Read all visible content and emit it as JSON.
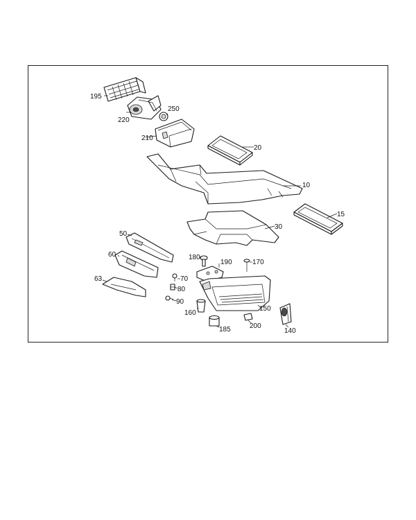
{
  "callouts": [
    {
      "id": "195",
      "text": "195"
    },
    {
      "id": "220",
      "text": "220"
    },
    {
      "id": "250",
      "text": "250"
    },
    {
      "id": "210",
      "text": "210"
    },
    {
      "id": "20",
      "text": "20"
    },
    {
      "id": "10",
      "text": "10"
    },
    {
      "id": "15",
      "text": "15"
    },
    {
      "id": "30",
      "text": "30"
    },
    {
      "id": "50",
      "text": "50"
    },
    {
      "id": "60",
      "text": "60"
    },
    {
      "id": "63",
      "text": "63"
    },
    {
      "id": "70",
      "text": "70"
    },
    {
      "id": "80",
      "text": "80"
    },
    {
      "id": "90",
      "text": "90"
    },
    {
      "id": "180",
      "text": "180"
    },
    {
      "id": "190",
      "text": "190"
    },
    {
      "id": "170",
      "text": "170"
    },
    {
      "id": "160",
      "text": "160"
    },
    {
      "id": "150",
      "text": "150"
    },
    {
      "id": "185",
      "text": "185"
    },
    {
      "id": "200",
      "text": "200"
    },
    {
      "id": "140",
      "text": "140"
    }
  ]
}
